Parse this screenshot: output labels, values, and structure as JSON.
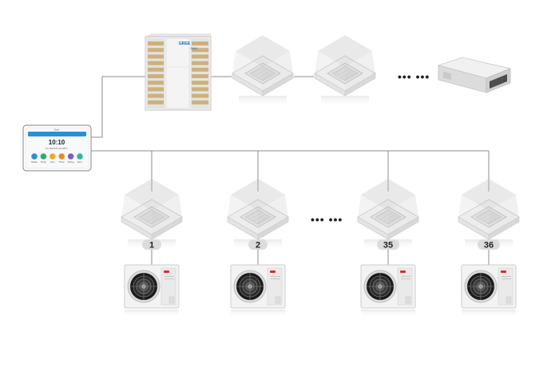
{
  "diagram": {
    "ellipsis": "••• •••",
    "controller": {
      "brand": "Gree",
      "time": "10:10",
      "subtext": "Fri 2020-01-01 26°C",
      "buttons": [
        "Mode",
        "Temp",
        "Fan",
        "Timer",
        "Swing",
        "Eco"
      ],
      "colors": [
        "#2b8fd6",
        "#33a96a",
        "#f2a623",
        "#e8882b",
        "#7b5cc9",
        "#2cb5b0"
      ]
    },
    "outdoor_vrf": {
      "logo": "GREE",
      "sub": "GMV"
    },
    "units": [
      {
        "label": "1"
      },
      {
        "label": "2"
      },
      {
        "label": "35"
      },
      {
        "label": "36"
      }
    ],
    "colors": {
      "line": "#8c8c8c",
      "label_pill": "#dcdcdc",
      "grille_gold": "#c9a86a",
      "unit_body": "#f2f2f2",
      "brand_red": "#d22d2d"
    }
  }
}
